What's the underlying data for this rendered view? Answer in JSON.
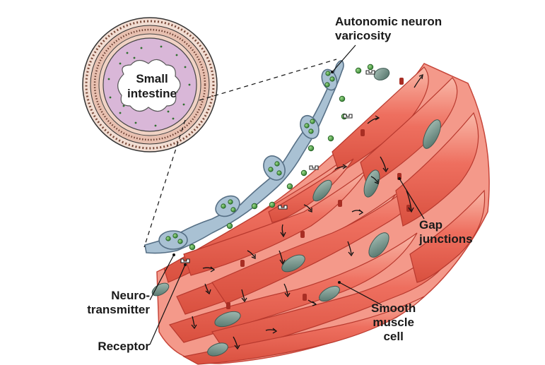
{
  "inset": {
    "title_lines": [
      "Small",
      "intestine"
    ]
  },
  "labels": {
    "varicosity": [
      "Autonomic neuron",
      "varicosity"
    ],
    "gap_junctions": [
      "Gap",
      "junctions"
    ],
    "smooth_muscle": [
      "Smooth",
      "muscle",
      "cell"
    ],
    "neurotransmitter": [
      "Neuro-",
      "transmitter"
    ],
    "receptor": "Receptor"
  },
  "colors": {
    "muscle": "#ee6f5f",
    "muscle_light": "#f7b0a2",
    "muscle_dark": "#c7463a",
    "nucleus": "#6f8f86",
    "neuron": "#a9c1d3",
    "neuron_stroke": "#566f85",
    "vesicle": "#3e9a3e",
    "intestine_lumen": "#d9b7d8",
    "intestine_wall": "#e4b7a6"
  }
}
